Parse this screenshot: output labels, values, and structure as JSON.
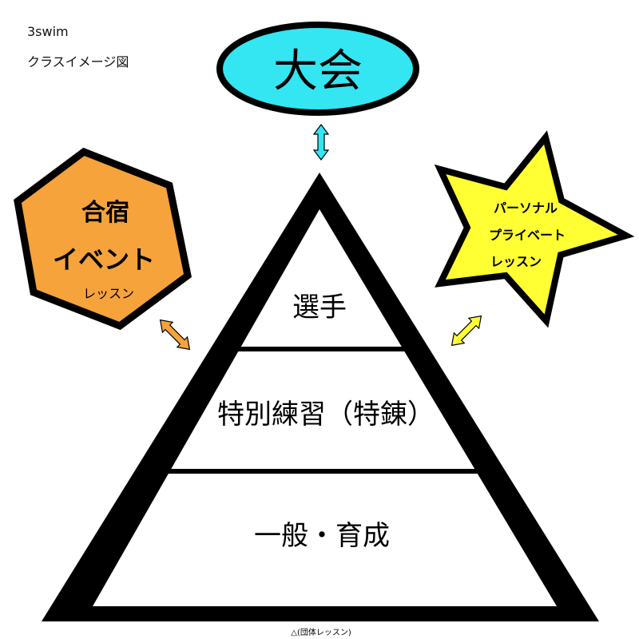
{
  "header": {
    "brand": "3swim",
    "subtitle": "クラスイメージ図"
  },
  "nodes": {
    "top": {
      "label": "大会",
      "color": "#33E6F2"
    },
    "left": {
      "line1": "合宿",
      "line2": "イベント",
      "line3": "レッスン",
      "color": "#F5A33A"
    },
    "right": {
      "line1": "パーソナル",
      "line2": "プライベート",
      "line3": "レッスン",
      "color": "#FFFF33"
    }
  },
  "pyramid": {
    "tiers": [
      {
        "label": "選手"
      },
      {
        "label": "特別練習（特錬）"
      },
      {
        "label": "一般・育成"
      }
    ]
  },
  "footnote": "△(団体レッスン)",
  "colors": {
    "top_arrow": "#33E6F2",
    "left_arrow": "#F5A33A",
    "right_arrow": "#FFFF33",
    "outline": "#000000"
  }
}
